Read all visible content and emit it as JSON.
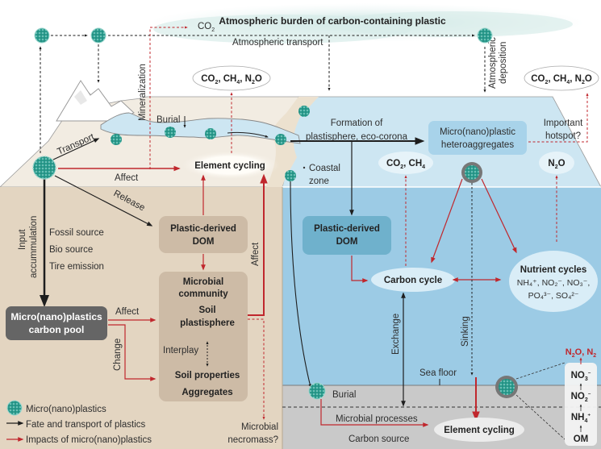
{
  "title": "Atmospheric burden of carbon-containing plastic",
  "atmosphere": {
    "co2_label": "CO",
    "co2_sub": "2",
    "transport_label": "Atmospheric transport",
    "deposition_label_1": "Atmospheric",
    "deposition_label_2": "deposition",
    "mineralization_label": "Mineralization"
  },
  "gas_ellipses": {
    "land": [
      "CO",
      "2",
      ", CH",
      "4",
      ", N",
      "2",
      "O"
    ],
    "ocean_top": [
      "CO",
      "2",
      ", CH",
      "4",
      ", N",
      "2",
      "O"
    ],
    "ocean_co2_ch4": [
      "CO",
      "2",
      ", CH",
      "4"
    ],
    "ocean_n2o": [
      "N",
      "2",
      "O"
    ]
  },
  "land": {
    "transport_label": "Transport",
    "affect_label": "Affect",
    "release_label": "Release",
    "burial_label": "Burial",
    "element_cycling_label": "Element cycling",
    "input_label_1": "Input",
    "input_label_2": "accummulation",
    "sources": [
      "Fossil source",
      "Bio source",
      "Tire emission"
    ],
    "dom_box": [
      "Plastic-derived",
      "DOM"
    ],
    "affect_vertical_label": "Affect",
    "carbon_pool": [
      "Micro(nano)plastics",
      "carbon pool"
    ],
    "affect_pool_label": "Affect",
    "change_label": "Change",
    "soil_box": {
      "lines": [
        "Microbial",
        "community",
        "Soil",
        "plastisphere"
      ],
      "interplay_label": "Interplay",
      "bottom_lines": [
        "Soil properties",
        "Aggregates"
      ]
    },
    "necromass_label": [
      "Microbial",
      "necromass?"
    ]
  },
  "ocean": {
    "formation_label": [
      "Formation of",
      "plastisphere, eco-corona"
    ],
    "coastal_label": [
      "Coastal",
      "zone"
    ],
    "heteroaggregates_box": [
      "Micro(nano)plastic",
      "heteroaggregates"
    ],
    "hotspot_label": [
      "Important",
      "hotspot?"
    ],
    "dom_box": [
      "Plastic-derived",
      "DOM"
    ],
    "carbon_cycle_label": "Carbon cycle",
    "nutrient_cycles": {
      "title": "Nutrient cycles",
      "line1": "NH₄⁺, NO₂⁻, NO₃⁻,",
      "line2": "PO₄³⁻, SO₄²⁻"
    },
    "exchange_label": "Exchange",
    "sinking_label": "Sinking",
    "sea_floor_label": "Sea floor",
    "burial_label": "Burial",
    "microbial_processes_label": "Microbial processes",
    "carbon_source_label": "Carbon source",
    "element_cycling_label": "Element cycling",
    "nitrogen_chain": {
      "products": [
        "N",
        "2",
        "O, N",
        "2"
      ],
      "steps": [
        [
          "NO",
          "3",
          "⁻"
        ],
        [
          "NO",
          "2",
          "⁻"
        ],
        [
          "NH",
          "4",
          "⁺"
        ],
        [
          "OM",
          "",
          ""
        ]
      ]
    }
  },
  "legend": {
    "items": [
      {
        "icon": "microplastic-particle-icon",
        "label": "Micro(nano)plastics"
      },
      {
        "icon": "black-arrow-icon",
        "label": "Fate and transport of plastics"
      },
      {
        "icon": "red-arrow-icon",
        "label": "Impacts of micro(nano)plastics"
      }
    ]
  },
  "colors": {
    "fate_arrow": "#1e1e1e",
    "impact_arrow": "#c0272d",
    "land_surface": "#f2ece2",
    "soil": "#e3d5c1",
    "soil_box": "#cdbba6",
    "ocean_surface": "#cde6f2",
    "ocean_deep": "#9ccbe5",
    "seafloor": "#c9c9c9",
    "carbon_pool_box": "#656565",
    "particle": "#2a9d8f"
  }
}
